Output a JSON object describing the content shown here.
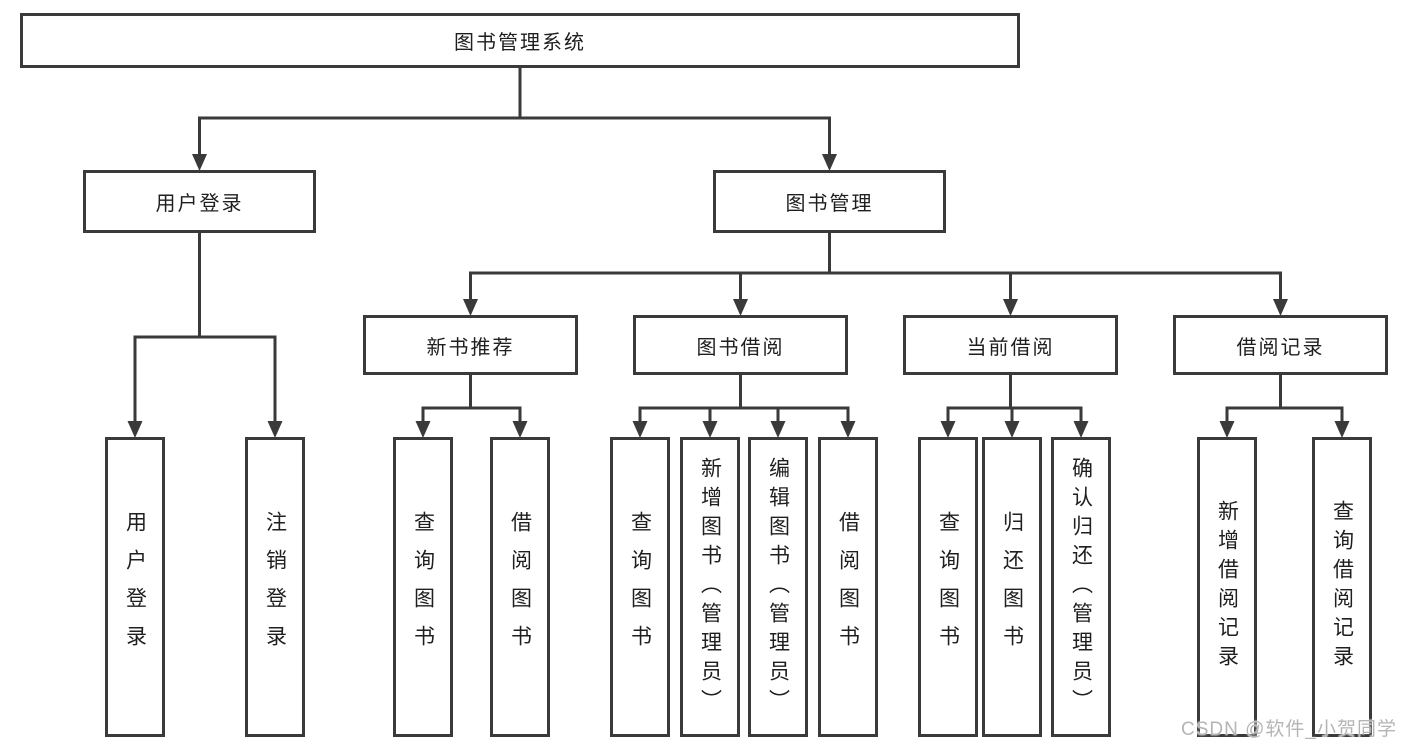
{
  "tree": {
    "root": {
      "label": "图书管理系统",
      "children": [
        {
          "label": "用户登录",
          "children": [
            {
              "label": "用户登录"
            },
            {
              "label": "注销登录"
            }
          ]
        },
        {
          "label": "图书管理",
          "children": [
            {
              "label": "新书推荐",
              "children": [
                {
                  "label": "查询图书"
                },
                {
                  "label": "借阅图书"
                }
              ]
            },
            {
              "label": "图书借阅",
              "children": [
                {
                  "label": "查询图书"
                },
                {
                  "label": "新增图书（管理员）"
                },
                {
                  "label": "编辑图书（管理员）"
                },
                {
                  "label": "借阅图书"
                }
              ]
            },
            {
              "label": "当前借阅",
              "children": [
                {
                  "label": "查询图书"
                },
                {
                  "label": "归还图书"
                },
                {
                  "label": "确认归还（管理员）"
                }
              ]
            },
            {
              "label": "借阅记录",
              "children": [
                {
                  "label": "新增借阅记录"
                },
                {
                  "label": "查询借阅记录"
                }
              ]
            }
          ]
        }
      ]
    }
  },
  "watermark": {
    "text": "CSDN @软件_小贺同学"
  },
  "colors": {
    "line": "#3a3a3a",
    "box_border": "#3a3a3a",
    "text": "#1f1f1f",
    "watermark_text": "#b5b5b5",
    "background": "#ffffff"
  }
}
